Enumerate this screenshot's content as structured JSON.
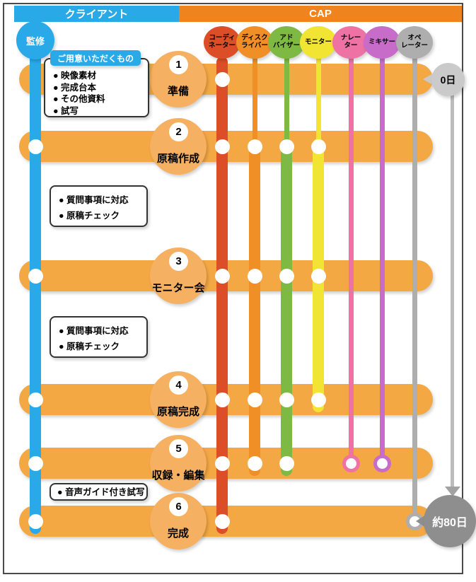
{
  "header": {
    "client_label": "クライアント",
    "cap_label": "CAP"
  },
  "supervisor": {
    "name": "supervisor",
    "label": "監修",
    "color": "#2aa9e8"
  },
  "roles": [
    {
      "name": "coordinator",
      "label_lines": [
        "コーディ",
        "ネーター"
      ],
      "color": "#dc4e27",
      "line": "thick",
      "joins_step": 1,
      "ends_step": 6
    },
    {
      "name": "describer",
      "label_lines": [
        "ディスク",
        "ライバー"
      ],
      "color": "#ef8f26",
      "line": "join-thick",
      "joins_step": 2,
      "ends_step": 5
    },
    {
      "name": "advisor",
      "label_lines": [
        "アド",
        "バイザー"
      ],
      "color": "#7db943",
      "line": "join-thick",
      "joins_step": 2,
      "ends_step": 5
    },
    {
      "name": "monitor",
      "label_lines": [
        "モニター"
      ],
      "color": "#f2e432",
      "line": "join-thick",
      "joins_step": 2,
      "ends_step": 4
    },
    {
      "name": "narrator",
      "label_lines": [
        "ナレー",
        "ター"
      ],
      "color": "#ee72a3",
      "line": "thin",
      "joins_step": 5,
      "ends_step": 5
    },
    {
      "name": "mixer",
      "label_lines": [
        "ミキサー"
      ],
      "color": "#c76cc9",
      "line": "thin",
      "joins_step": 5,
      "ends_step": 5
    },
    {
      "name": "operator",
      "label_lines": [
        "オペ",
        "レーター"
      ],
      "color": "#aeaeae",
      "line": "thin",
      "joins_step": 6,
      "ends_step": 6
    }
  ],
  "steps": [
    {
      "num": "1",
      "label": "準備",
      "participants": [
        "coordinator"
      ]
    },
    {
      "num": "2",
      "label": "原稿作成",
      "participants": [
        "supervisor",
        "coordinator",
        "describer",
        "advisor",
        "monitor"
      ]
    },
    {
      "num": "3",
      "label": "モニター会",
      "participants": [
        "supervisor",
        "coordinator",
        "describer",
        "advisor",
        "monitor"
      ]
    },
    {
      "num": "4",
      "label": "原稿完成",
      "participants": [
        "supervisor",
        "coordinator",
        "describer",
        "advisor",
        "monitor"
      ]
    },
    {
      "num": "5",
      "label": "収録・編集",
      "participants": [
        "supervisor",
        "coordinator",
        "describer",
        "advisor",
        "narrator",
        "mixer"
      ]
    },
    {
      "num": "6",
      "label": "完成",
      "participants": [
        "supervisor",
        "coordinator",
        "operator"
      ]
    }
  ],
  "notes": [
    {
      "title": "ご用意いただくもの",
      "items": [
        "映像素材",
        "完成台本",
        "その他資料",
        "試写"
      ]
    },
    {
      "items": [
        "質問事項に対応",
        "原稿チェック"
      ]
    },
    {
      "items": [
        "質問事項に対応",
        "原稿チェック"
      ]
    },
    {
      "items": [
        "音声ガイド付き試写"
      ]
    }
  ],
  "timeline": {
    "start_label": "0日",
    "end_label": "約80日"
  },
  "colors": {
    "client_blue": "#2aa9e8",
    "cap_orange": "#ef831d",
    "bar_orange": "#f3a844",
    "step_circle_orange": "#f6b061",
    "timeline_line": "#bcbcbc",
    "timeline_arrow": "#a2a2a2",
    "day0_bg": "#cacaca",
    "day80_bg": "#8e8e8e"
  }
}
